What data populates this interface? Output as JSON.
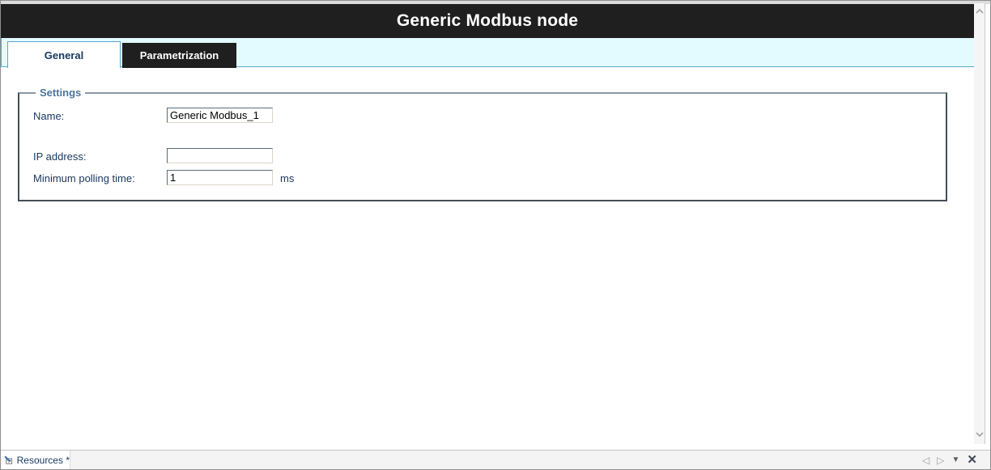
{
  "window": {
    "title": "Generic Modbus node"
  },
  "tabs": {
    "general": {
      "label": "General",
      "active": true
    },
    "parametrization": {
      "label": "Parametrization",
      "active": false
    }
  },
  "settings": {
    "legend": "Settings",
    "fields": [
      {
        "label": "Name:",
        "value": "Generic Modbus_1",
        "suffix": ""
      },
      {
        "label": "IP address:",
        "value": "",
        "suffix": ""
      },
      {
        "label": "Minimum polling time:",
        "value": "1",
        "suffix": "ms"
      }
    ]
  },
  "status_bar": {
    "resources_label": "Resources *"
  },
  "icons": {
    "nav_back": "◁",
    "nav_forward": "▷",
    "dropdown": "▼",
    "close": "✕"
  },
  "colors": {
    "header_bg": "#1f1f1f",
    "tab_strip_bg": "#e3fafe",
    "tab_border": "#58a8cc",
    "label_text": "#17375e",
    "legend_text": "#50749b"
  }
}
